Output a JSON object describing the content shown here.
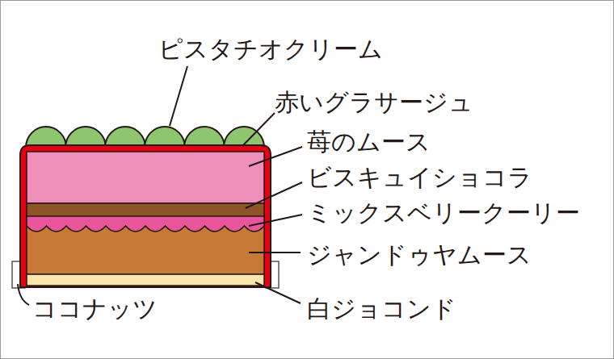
{
  "diagram": {
    "labels": [
      "ピスタチオクリーム",
      "赤いグラサージュ",
      "苺のムース",
      "ビスキュイショコラ",
      "ミックスベリークーリー",
      "ジャンドゥヤムース",
      "白ジョコンド",
      "ココナッツ"
    ]
  }
}
